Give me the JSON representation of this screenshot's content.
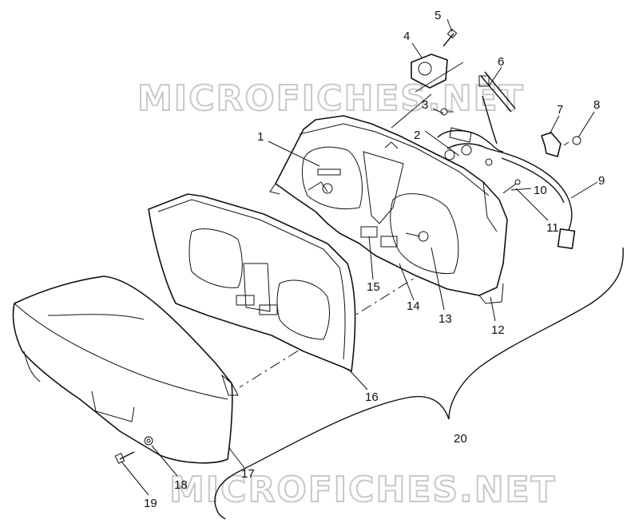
{
  "watermarks": [
    "MICROFICHES.NET",
    "MICROFICHES.NET"
  ],
  "callouts": [
    {
      "id": "1",
      "label": "1"
    },
    {
      "id": "2",
      "label": "2"
    },
    {
      "id": "3",
      "label": "3"
    },
    {
      "id": "4",
      "label": "4"
    },
    {
      "id": "5",
      "label": "5"
    },
    {
      "id": "6",
      "label": "6"
    },
    {
      "id": "7",
      "label": "7"
    },
    {
      "id": "8",
      "label": "8"
    },
    {
      "id": "9",
      "label": "9"
    },
    {
      "id": "10",
      "label": "10"
    },
    {
      "id": "11",
      "label": "11"
    },
    {
      "id": "12",
      "label": "12"
    },
    {
      "id": "13",
      "label": "13"
    },
    {
      "id": "14",
      "label": "14"
    },
    {
      "id": "15",
      "label": "15"
    },
    {
      "id": "16",
      "label": "16"
    },
    {
      "id": "17",
      "label": "17"
    },
    {
      "id": "18",
      "label": "18"
    },
    {
      "id": "19",
      "label": "19"
    },
    {
      "id": "20",
      "label": "20"
    }
  ]
}
